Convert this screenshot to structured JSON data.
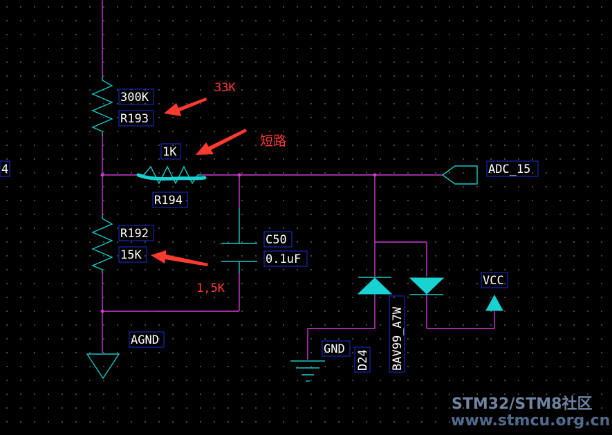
{
  "components": {
    "r193": {
      "value": "300K",
      "ref": "R193"
    },
    "r194": {
      "value": "1K",
      "ref": "R194"
    },
    "r192": {
      "ref": "R192",
      "value": "15K"
    },
    "c50": {
      "ref": "C50",
      "value": "0.1uF"
    },
    "d24": {
      "ref": "D24",
      "part": "BAV99_A7W"
    }
  },
  "nets": {
    "adc": "ADC_15",
    "vcc": "VCC",
    "agnd": "AGND",
    "gnd": "GND",
    "edge_fragment": "4"
  },
  "annotations": {
    "r193_new_value": "33K",
    "r194_note": "短路",
    "r192_new_value": "1,5K"
  },
  "watermark": {
    "line1": "STM32/STM8社区",
    "line2": "www.stmcu.org.cn"
  },
  "colors": {
    "background": "#000000",
    "wire": "#d23ad2",
    "component": "#18c8c8",
    "label_box": "#1c2fd6",
    "label_text": "#ffffff",
    "annotation": "#ff3b30",
    "highlight_stroke": "#19d2d2"
  }
}
